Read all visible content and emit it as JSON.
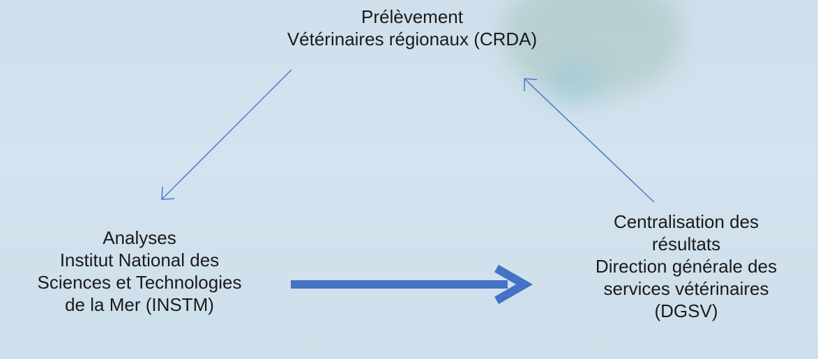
{
  "nodes": {
    "top": {
      "lines": [
        "Prélèvement",
        "Vétérinaires régionaux (CRDA)"
      ]
    },
    "left": {
      "lines": [
        "Analyses",
        "Institut National des",
        "Sciences et Technologies",
        "de la Mer (INSTM)"
      ]
    },
    "right": {
      "lines": [
        "Centralisation des",
        "résultats",
        "Direction générale des",
        "services vétérinaires",
        "(DGSV)"
      ]
    }
  },
  "colors": {
    "thin_arrow": "#4a78c9",
    "thick_arrow": "#4472c4",
    "text": "#1a1a1a"
  }
}
